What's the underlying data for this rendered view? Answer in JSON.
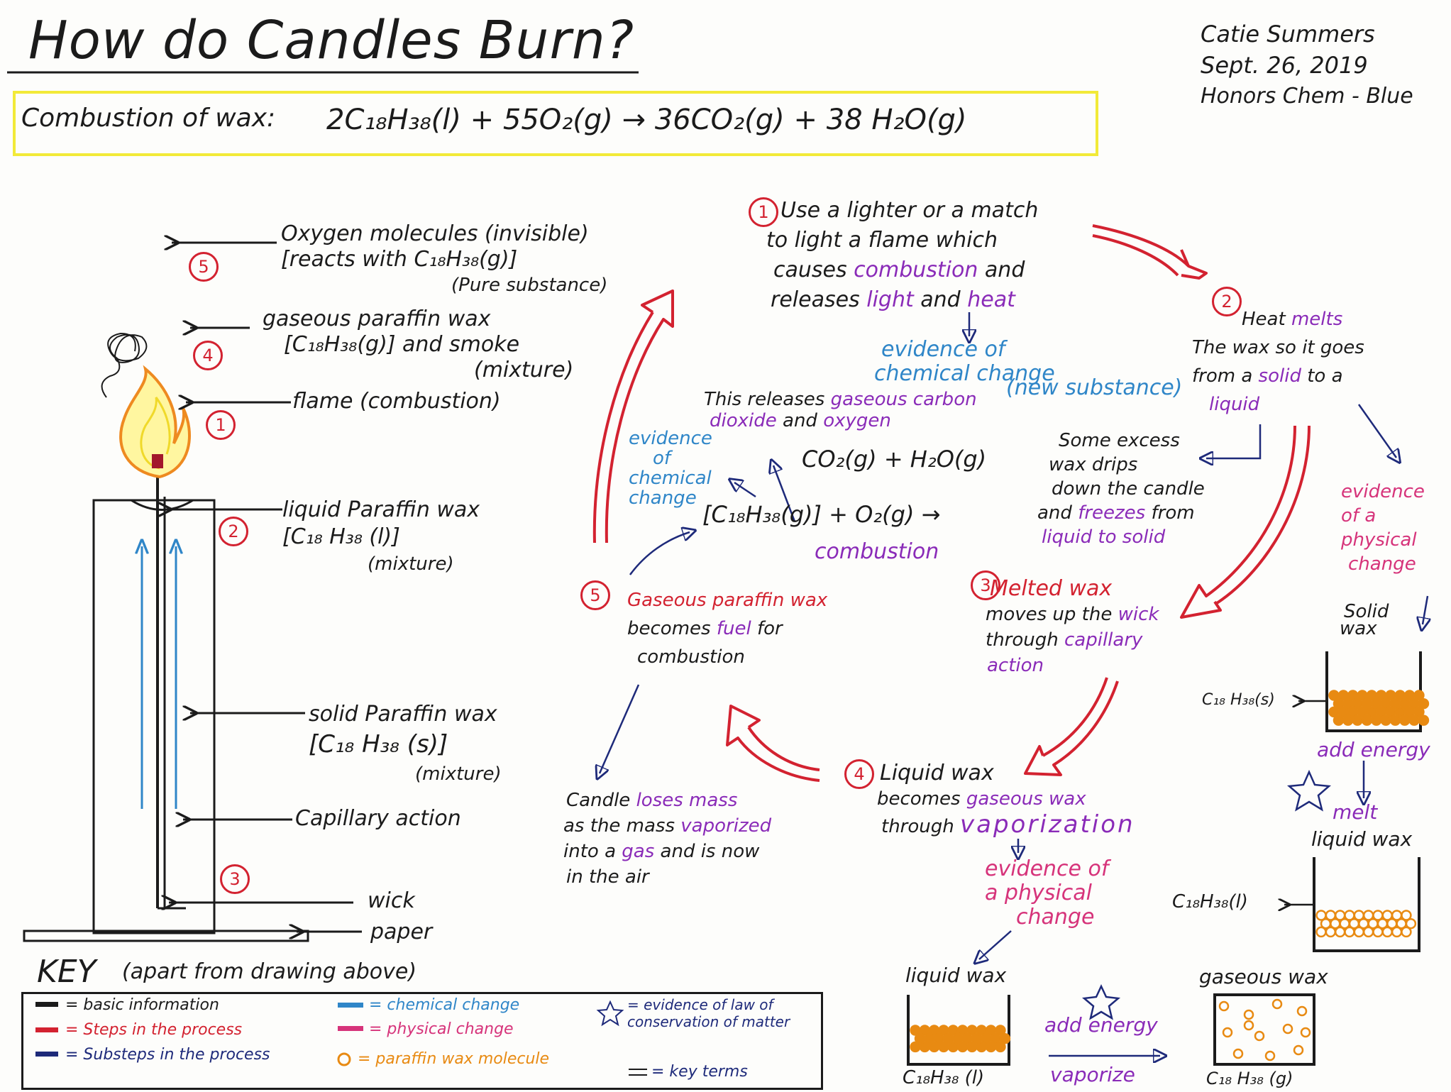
{
  "title": "How do Candles Burn?",
  "author": {
    "name": "Catie Summers",
    "date": "Sept. 26, 2019",
    "class": "Honors Chem - Blue"
  },
  "equation": {
    "label": "Combustion of wax:",
    "text": "2C₁₈H₃₈(l) + 55O₂(g) → 36CO₂(g) + 38 H₂O(g)"
  },
  "candle_labels": {
    "oxygen": {
      "num": "5",
      "line1": "Oxygen molecules (invisible)",
      "line2": "[reacts with C₁₈H₃₈(g)]",
      "line3": "(Pure substance)"
    },
    "gaseous": {
      "num": "4",
      "line1": "gaseous paraffin wax",
      "line2": "[C₁₈H₃₈(g)] and smoke",
      "line3": "(mixture)"
    },
    "flame": {
      "num": "1",
      "text": "flame (combustion)"
    },
    "liquid": {
      "num": "2",
      "line1": "liquid Paraffin wax",
      "line2": "[C₁₈ H₃₈ (l)]",
      "line3": "(mixture)"
    },
    "solid": {
      "line1": "solid Paraffin wax",
      "line2": "[C₁₈ H₃₈ (s)]",
      "line3": "(mixture)"
    },
    "capillary": {
      "text": "Capillary action"
    },
    "wick": {
      "num": "3",
      "text": "wick"
    },
    "paper": {
      "text": "paper"
    }
  },
  "steps": {
    "step1": {
      "num": "1",
      "a": "Use a lighter or a match",
      "b": "to light a flame which",
      "c1": "causes ",
      "c2": "combustion",
      "c3": " and",
      "d1": "releases ",
      "d2": "light",
      "d3": " and ",
      "d4": "heat"
    },
    "evidence_chem1": {
      "line1": "evidence of",
      "line2": "chemical change",
      "line3": "(new substance)"
    },
    "step2": {
      "num": "2",
      "a1": "Heat ",
      "a2": "melts",
      "b": "The wax so it goes",
      "c1": "from a ",
      "c2": "solid",
      "c3": " to a",
      "d": "liquid"
    },
    "excess": {
      "a": "Some excess",
      "b": "wax drips",
      "c": "down the candle",
      "d1": "and ",
      "d2": "freezes",
      "d3": " from",
      "e": "liquid to solid"
    },
    "step3": {
      "num": "3",
      "a": "Melted wax",
      "b1": "moves up the ",
      "b2": "wick",
      "c1": "through ",
      "c2": "capillary",
      "d": "action"
    },
    "step4": {
      "num": "4",
      "a": "Liquid wax",
      "b1": "becomes ",
      "b2": "gaseous wax",
      "c1": "through ",
      "c2": "vaporization"
    },
    "evidence_phys1": {
      "line1": "evidence of",
      "line2": "a physical",
      "line3": "change"
    },
    "step5": {
      "num": "5",
      "a": "Gaseous paraffin wax",
      "b1": "becomes ",
      "b2": "fuel",
      "b3": " for",
      "c": "combustion"
    },
    "combustion_center": {
      "eq": "[C₁₈H₃₈(g)] + O₂(g) →",
      "label": "combustion"
    },
    "releases": {
      "a1": "This releases ",
      "a2": "gaseous carbon",
      "b1": "dioxide",
      "b2": " and ",
      "b3": "oxygen",
      "eq": "CO₂(g) + H₂O(g)"
    },
    "evidence_chem2": {
      "line1": "evidence",
      "line2": "of",
      "line3": "chemical",
      "line4": "change"
    },
    "mass": {
      "a1": "Candle ",
      "a2": "loses mass",
      "b1": "as the mass ",
      "b2": "vaporized",
      "c1": "into a ",
      "c2": "gas",
      "c3": " and is now",
      "d": "in the air"
    }
  },
  "right_panel": {
    "evidence_phys2": {
      "line1": "evidence",
      "line2": "of a",
      "line3": "physical",
      "line4": "change"
    },
    "solid_wax": {
      "line1": "Solid",
      "line2": "wax",
      "formula": "C₁₈ H₃₈(s)"
    },
    "add_energy1": "add energy",
    "melt": "melt",
    "liquid_wax": {
      "label": "liquid wax",
      "formula": "C₁₈H₃₈(l)"
    }
  },
  "bottom_panel": {
    "liquid_wax": {
      "label": "liquid wax",
      "formula": "C₁₈H₃₈ (l)"
    },
    "add_energy": "add energy",
    "vaporize": "vaporize",
    "gaseous_wax": {
      "label": "gaseous wax",
      "formula": "C₁₈ H₃₈ (g)"
    }
  },
  "key": {
    "title": "KEY",
    "subtitle": "(apart from drawing above)",
    "items": [
      {
        "swatch": "black-bar",
        "text": "= basic information"
      },
      {
        "swatch": "red-bar",
        "text": "= Steps in the process"
      },
      {
        "swatch": "navy-bar",
        "text": "= Substeps in the process"
      },
      {
        "swatch": "blue-bar",
        "text": "= chemical change"
      },
      {
        "swatch": "pink-bar",
        "text": "= physical change"
      },
      {
        "swatch": "orange-circle",
        "text": "= paraffin wax molecule"
      },
      {
        "swatch": "star",
        "text": "= evidence of law of conservation of matter"
      },
      {
        "swatch": "double-line",
        "text": "= key terms"
      }
    ]
  },
  "colors": {
    "red": "#d32230",
    "purple": "#8a2bb8",
    "blue": "#2f86c8",
    "pink": "#d6337a",
    "orange": "#e88a12",
    "navy": "#1e2a7a",
    "highlight": "#f2ea38"
  }
}
